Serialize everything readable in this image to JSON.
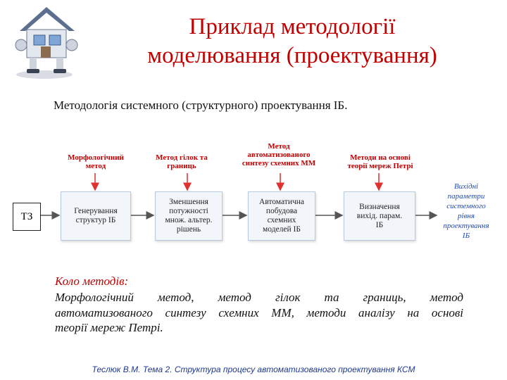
{
  "title_line1": "Приклад методології",
  "title_line2": "моделювання (проектування)",
  "subtitle": "Методологія системного (структурного) проектування ІБ.",
  "methods": [
    {
      "line1": "Морфологічний",
      "line2": "метод"
    },
    {
      "line1": "Метод гілок та",
      "line2": "границь"
    },
    {
      "line1": "Метод",
      "line2": "автоматизованого",
      "line3": "синтезу схемних ММ"
    },
    {
      "line1": "Методи на основі",
      "line2": "теорії мереж Петрі"
    }
  ],
  "input": "ТЗ",
  "boxes": [
    {
      "line1": "Генерування",
      "line2": "структур ІБ"
    },
    {
      "line1": "Зменшення",
      "line2": "потужності",
      "line3": "множ. альтер.",
      "line4": "рішень"
    },
    {
      "line1": "Автоматична",
      "line2": "побудова",
      "line3": "схемних",
      "line4": "моделей ІБ"
    },
    {
      "line1": "Визначення",
      "line2": "вихід. парам.",
      "line3": "ІБ"
    }
  ],
  "output": {
    "line1": "Вихідні",
    "line2": "параметри",
    "line3": "системного",
    "line4": "рівня",
    "line5": "проектування",
    "line6": "ІБ"
  },
  "circle_heading": "Коло методів:",
  "circle_line1": "Морфологічний метод, метод гілок та границь, метод",
  "circle_line2": "автоматизованого синтезу схемних ММ, методи аналізу на основі",
  "circle_line3": "теорії мереж Петрі.",
  "footer": {
    "author": "Теслюк В.М.",
    "topic": "Тема 2. Структура процесу автоматизованого проектування КСМ"
  },
  "colors": {
    "title": "#c00000",
    "method": "#c00000",
    "output": "#1f49b5",
    "footer": "#1f3a93",
    "box_bg": "#f2f6fb"
  }
}
